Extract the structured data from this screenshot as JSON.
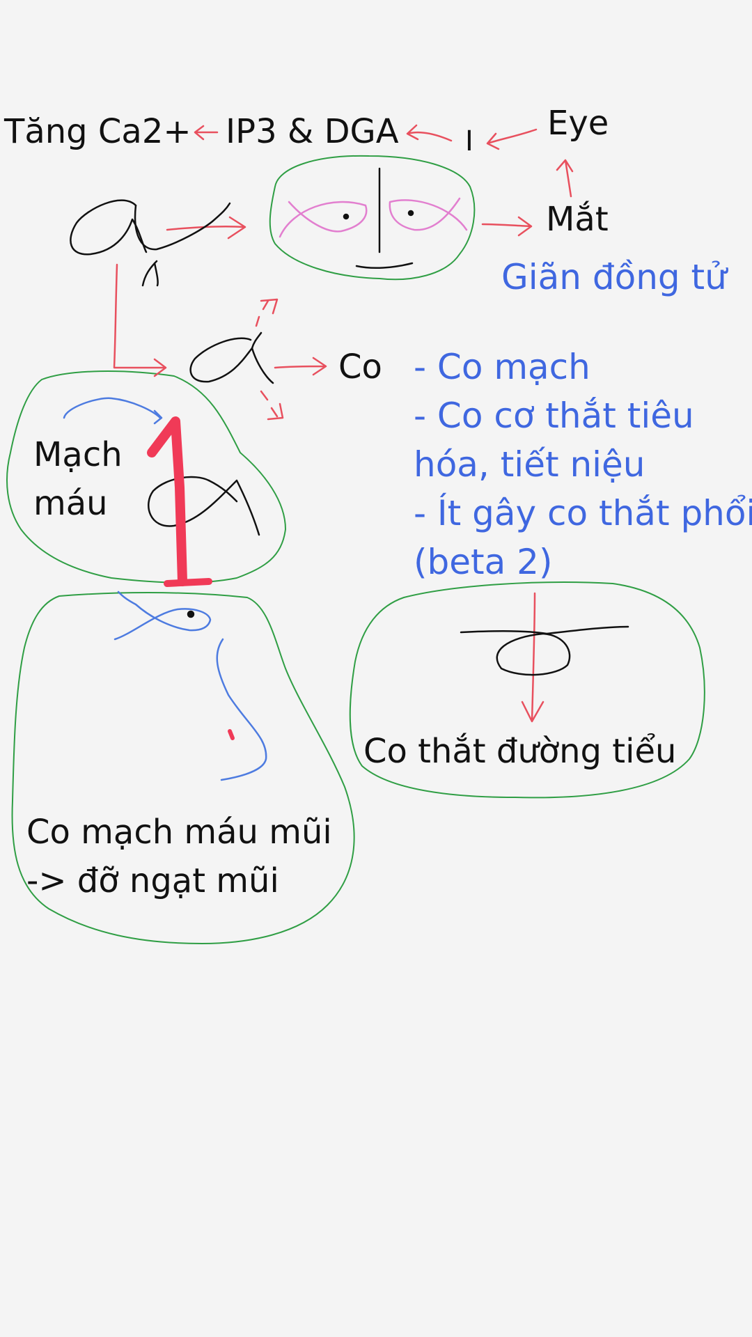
{
  "colors": {
    "background": "#f4f4f4",
    "text_black": "#111111",
    "text_blue": "#3f67e0",
    "arrow_red": "#e8505e",
    "circle_green": "#2f9e44",
    "fish_pink": "#e27fcf",
    "blue_ink": "#4d7be0",
    "marker_red": "#f03a57"
  },
  "labels": {
    "tang_ca": "Tăng Ca2+",
    "ip3": "IP3 & DGA",
    "i_mark": "I",
    "eye": "Eye",
    "mat": "Mắt",
    "gian_dong_tu": "Giãn đồng tử",
    "co": "Co",
    "mach_mau_line1": "Mạch",
    "mach_mau_line2": "máu",
    "co_that_duong_tieu": "Co thắt đường tiểu",
    "co_mach_mau_mui_line1": "Co mạch máu mũi",
    "co_mach_mau_mui_line2": "-> đỡ ngạt mũi"
  },
  "notes": {
    "line1": "- Co mạch",
    "line2": "- Co cơ thắt tiêu",
    "line3": "hóa, tiết niệu",
    "line4": "- Ít gây co thắt phổi",
    "line5": "(beta 2)"
  },
  "icons": {
    "alpha_symbol": "alpha-icon",
    "eye_drawing": "eye-face-icon",
    "nose_drawing": "nose-icon",
    "bladder_drawing": "bladder-icon",
    "number_one": "number-one-mark"
  }
}
